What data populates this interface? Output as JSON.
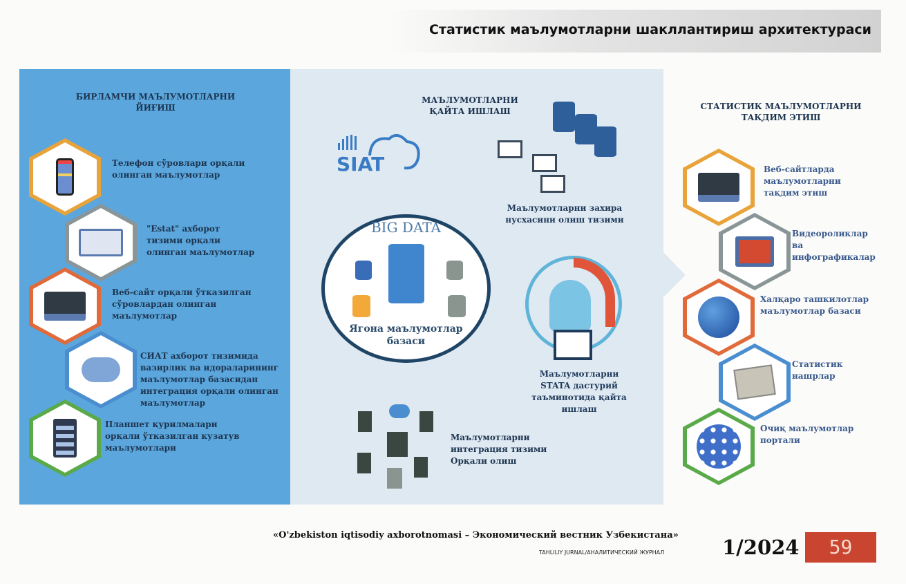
{
  "header": {
    "title": "Статистик маълумотларни шакллантириш архитектураси"
  },
  "left": {
    "title": "БИРЛАМЧИ МАЪЛУМОТЛАРНИ ЙИҒИШ",
    "items": [
      {
        "label": "Телефон сўровлари орқали олинган маълумотлар",
        "icon": "smartphone-icon",
        "color": "#e8a33a"
      },
      {
        "label": "\"Estat\" ахборот тизими орқали олинган маълумотлар",
        "icon": "laptop-chart-icon",
        "color": "#8a9598"
      },
      {
        "label": "Веб-сайт орқали ўтказилган сўровлардан олинган маълумотлар",
        "icon": "laptop-icon",
        "color": "#e06a3a"
      },
      {
        "label": "СИАТ ахборот тизимида вазирлик ва идораларининг маълумотлар базасидан интеграция орқали олинган маълумотлар",
        "icon": "api-cloud-icon",
        "color": "#4a8ed0"
      },
      {
        "label": "Планшет қурилмалари орқали ўтказилган кузатув маълумотлари",
        "icon": "tablet-icon",
        "color": "#5aaa4a"
      }
    ]
  },
  "middle": {
    "title": "МАЪЛУМОТЛАРНИ ҚАЙТА ИШЛАШ",
    "logo": "SIAT",
    "big_data": "BIG DATA",
    "db_label": "Ягона маълумотлар базаси",
    "backup": "Маълумотларни захира нусхасини олиш тизими",
    "stata": "Маълумотларни STATA дастурий таъминотида қайта ишлаш",
    "integration": "Маълумотларни интеграция тизими Орқали олиш"
  },
  "right": {
    "title": "СТАТИСТИК МАЪЛУМОТЛАРНИ ТАҚДИМ ЭТИШ",
    "items": [
      {
        "label": "Веб-сайтларда маълумотларни тақдим этиш",
        "icon": "laptop-icon",
        "color": "#e8a33a"
      },
      {
        "label": "Видеороликлар ва инфографикалар",
        "icon": "video-icon",
        "color": "#8a9598"
      },
      {
        "label": "Халқаро ташкилотлар маълумотлар базаси",
        "icon": "globe-icon",
        "color": "#e06a3a"
      },
      {
        "label": "Статистик нашрлар",
        "icon": "publications-icon",
        "color": "#4a8ed0"
      },
      {
        "label": "Очиқ маълумотлар портали",
        "icon": "open-data-icon",
        "color": "#5aaa4a"
      }
    ]
  },
  "footer": {
    "journal": "«O'zbekiston iqtisodiy axborotnomasi – Экономический вестник Узбекистана»",
    "subtitle": "TAHLILIY JURNAL/АНАЛИТИЧЕСКИЙ ЖУРНАЛ",
    "issue": "1/2024",
    "page": "59",
    "page_color": "#c9452f"
  }
}
